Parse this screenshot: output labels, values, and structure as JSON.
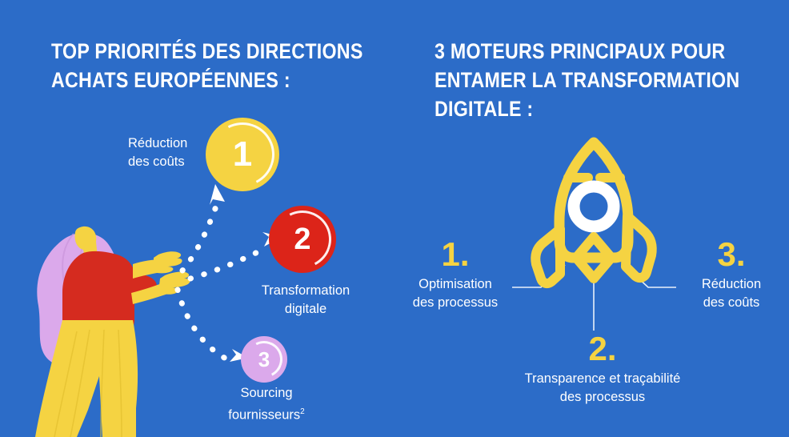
{
  "background_color": "#2C6CC8",
  "palette": {
    "blue_bg": "#2C6CC8",
    "yellow": "#F5D342",
    "red": "#DC2419",
    "purple": "#DBA9EB",
    "white": "#FFFFFF"
  },
  "left_panel": {
    "heading": "TOP PRIORITÉS DES DIRECTIONS\nACHATS EUROPÉENNES :",
    "illustration_name": "woman-pointing-illustration",
    "priorities": [
      {
        "rank": "1",
        "label": "Réduction\ndes coûts",
        "color": "#F5D342"
      },
      {
        "rank": "2",
        "label": "Transformation\ndigitale",
        "color": "#DC2419"
      },
      {
        "rank": "3",
        "label": "Sourcing\nfournisseurs",
        "footnote": "2",
        "color": "#DBA9EB"
      }
    ]
  },
  "right_panel": {
    "heading": "3 MOTEURS PRINCIPAUX POUR\nENTAMER LA TRANSFORMATION\nDIGITALE :",
    "illustration_name": "rocket-illustration",
    "drivers": [
      {
        "number": "1.",
        "label": "Optimisation\ndes processus"
      },
      {
        "number": "2.",
        "label": "Transparence et traçabilité\ndes processus"
      },
      {
        "number": "3.",
        "label": "Réduction\ndes coûts"
      }
    ]
  }
}
